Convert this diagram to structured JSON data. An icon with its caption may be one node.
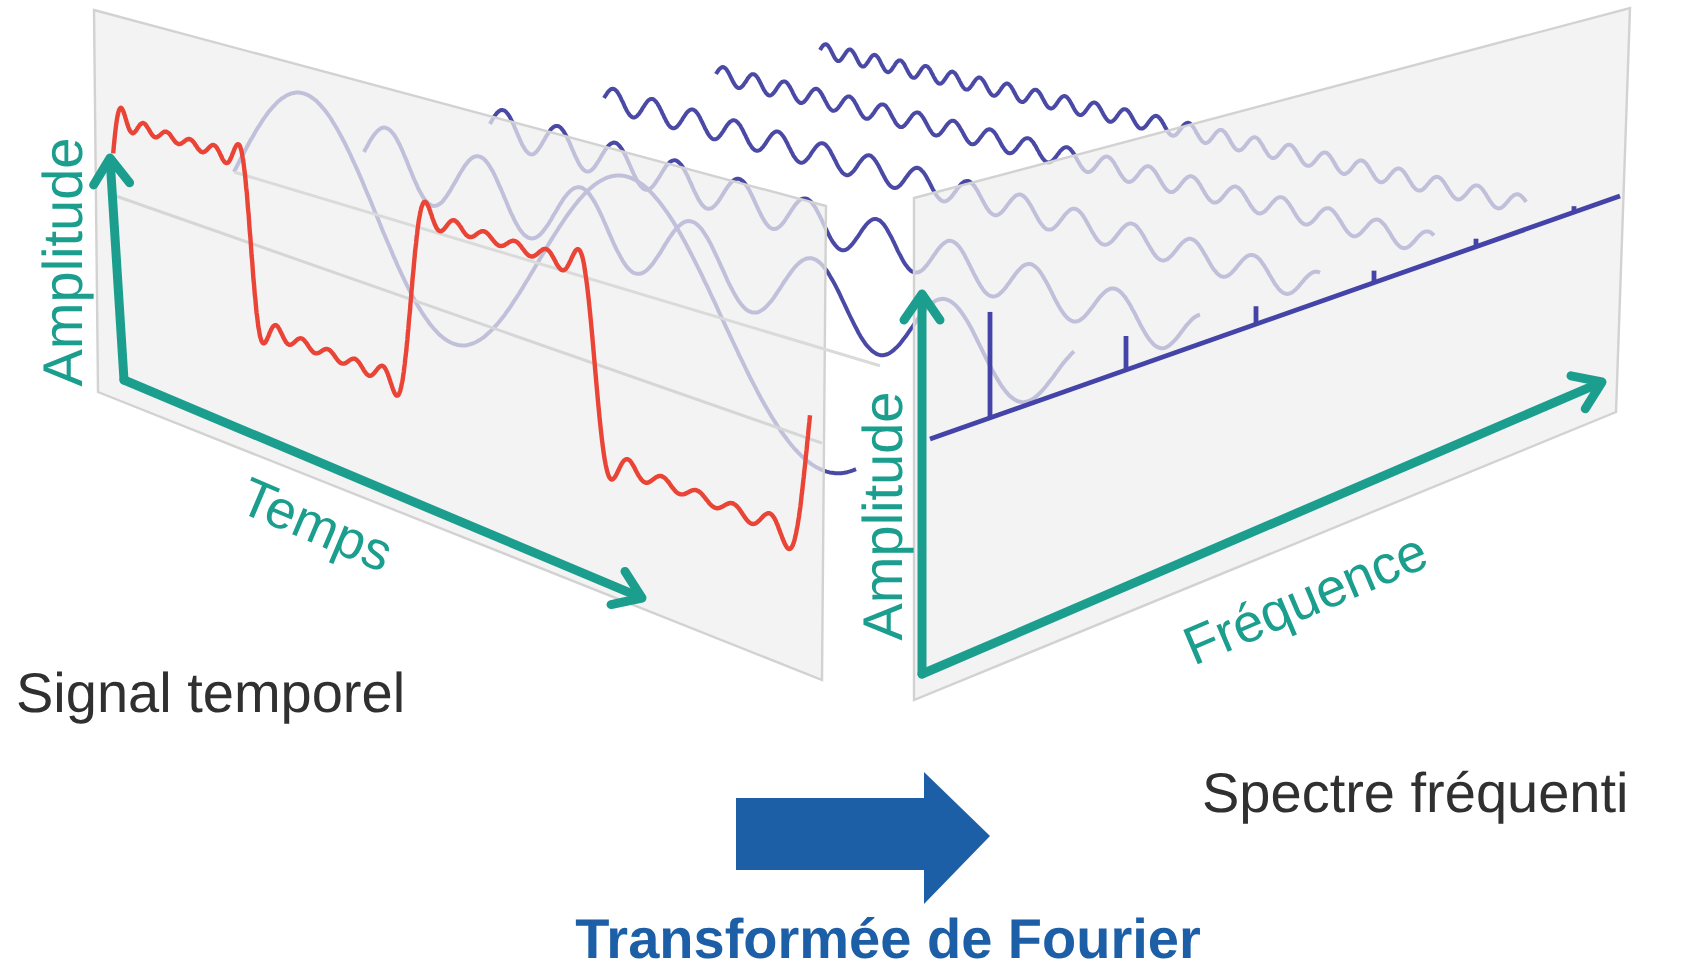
{
  "diagram": {
    "labels": [
      "Amplitude",
      "Temps",
      "Amplitude",
      "Fréquence",
      "Signal temporel",
      "Spectre fréquenti",
      "Transformée de Fourier"
    ]
  }
}
